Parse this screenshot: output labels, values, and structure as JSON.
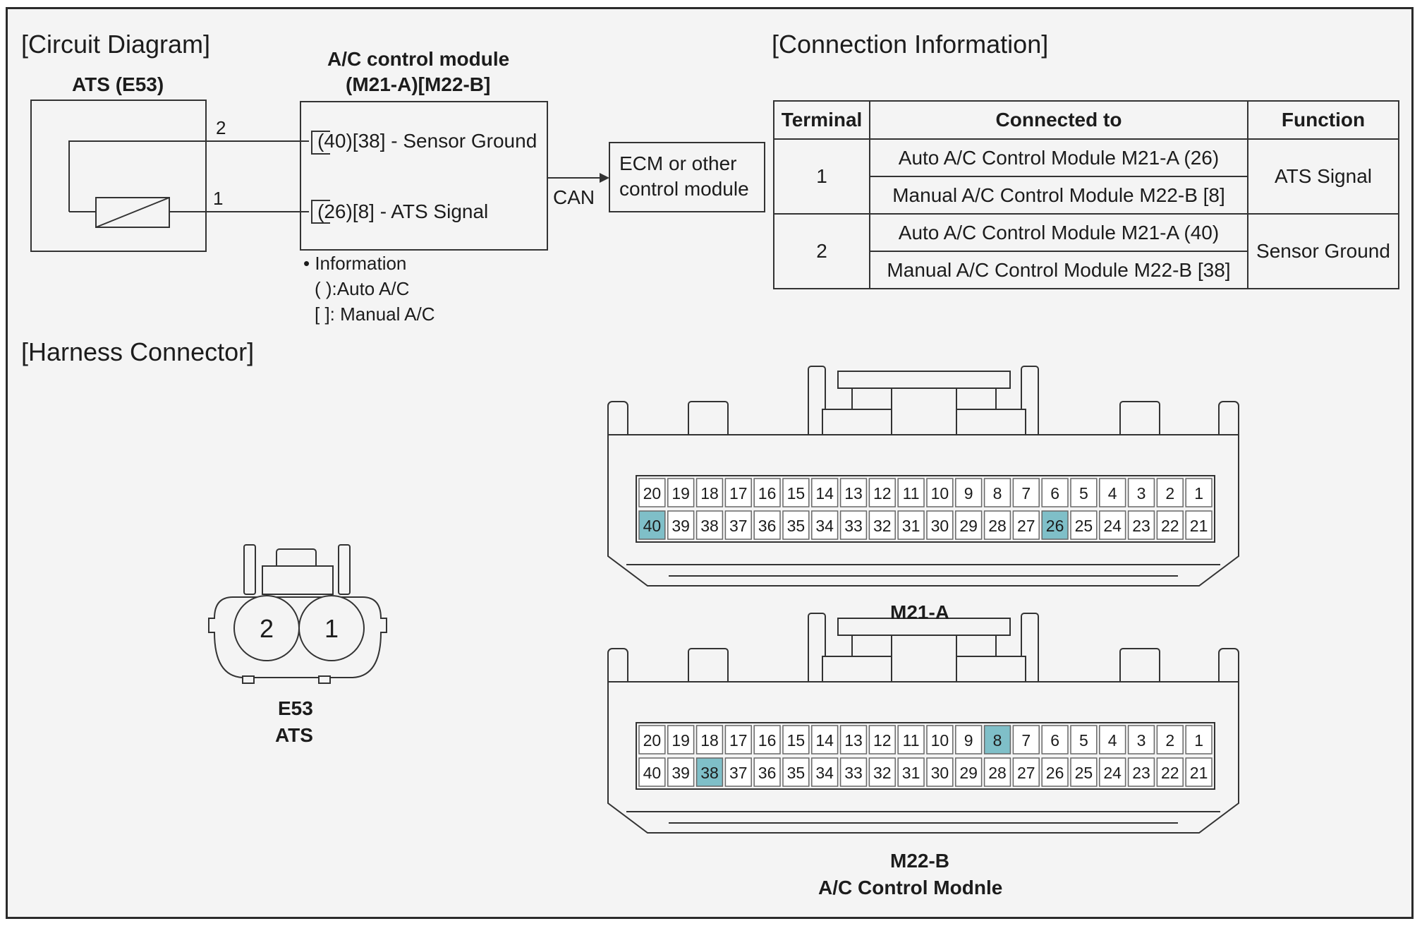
{
  "circuit": {
    "title": "[Circuit Diagram]",
    "ats_label": "ATS (E53)",
    "pin2": "2",
    "pin1": "1",
    "module_title_1": "A/C control module",
    "module_title_2": "(M21-A)[M22-B]",
    "sensor_ground": "(40)[38] - Sensor Ground",
    "ats_signal": "(26)[8] - ATS Signal",
    "can": "CAN",
    "ecm_1": "ECM or other",
    "ecm_2": "control module",
    "info_title": "• Information",
    "info_auto": "(   ):Auto A/C",
    "info_manual": "[   ]: Manual A/C"
  },
  "connection": {
    "title": "[Connection Information]",
    "headers": [
      "Terminal",
      "Connected to",
      "Function"
    ],
    "rows": [
      {
        "terminal": "1",
        "connected": [
          "Auto A/C Control Module M21-A (26)",
          "Manual A/C Control Module M22-B [8]"
        ],
        "function": "ATS Signal"
      },
      {
        "terminal": "2",
        "connected": [
          "Auto A/C Control Module M21-A (40)",
          "Manual A/C Control Module M22-B [38]"
        ],
        "function": "Sensor Ground"
      }
    ]
  },
  "harness": {
    "title": "[Harness Connector]",
    "e53": {
      "pins": [
        "2",
        "1"
      ],
      "label_1": "E53",
      "label_2": "ATS"
    },
    "m21a": {
      "label": "M21-A",
      "top_row": [
        20,
        19,
        18,
        17,
        16,
        15,
        14,
        13,
        12,
        11,
        10,
        9,
        8,
        7,
        6,
        5,
        4,
        3,
        2,
        1
      ],
      "bottom_row": [
        40,
        39,
        38,
        37,
        36,
        35,
        34,
        33,
        32,
        31,
        30,
        29,
        28,
        27,
        26,
        25,
        24,
        23,
        22,
        21
      ],
      "highlight": [
        40,
        26
      ]
    },
    "m22b": {
      "label_1": "M22-B",
      "label_2": "A/C Control Modnle",
      "top_row": [
        20,
        19,
        18,
        17,
        16,
        15,
        14,
        13,
        12,
        11,
        10,
        9,
        8,
        7,
        6,
        5,
        4,
        3,
        2,
        1
      ],
      "bottom_row": [
        40,
        39,
        38,
        37,
        36,
        35,
        34,
        33,
        32,
        31,
        30,
        29,
        28,
        27,
        26,
        25,
        24,
        23,
        22,
        21
      ],
      "highlight": [
        8,
        38
      ]
    }
  },
  "colors": {
    "highlight": "#7fbfc8",
    "line": "#333333",
    "background": "#f4f4f4"
  }
}
